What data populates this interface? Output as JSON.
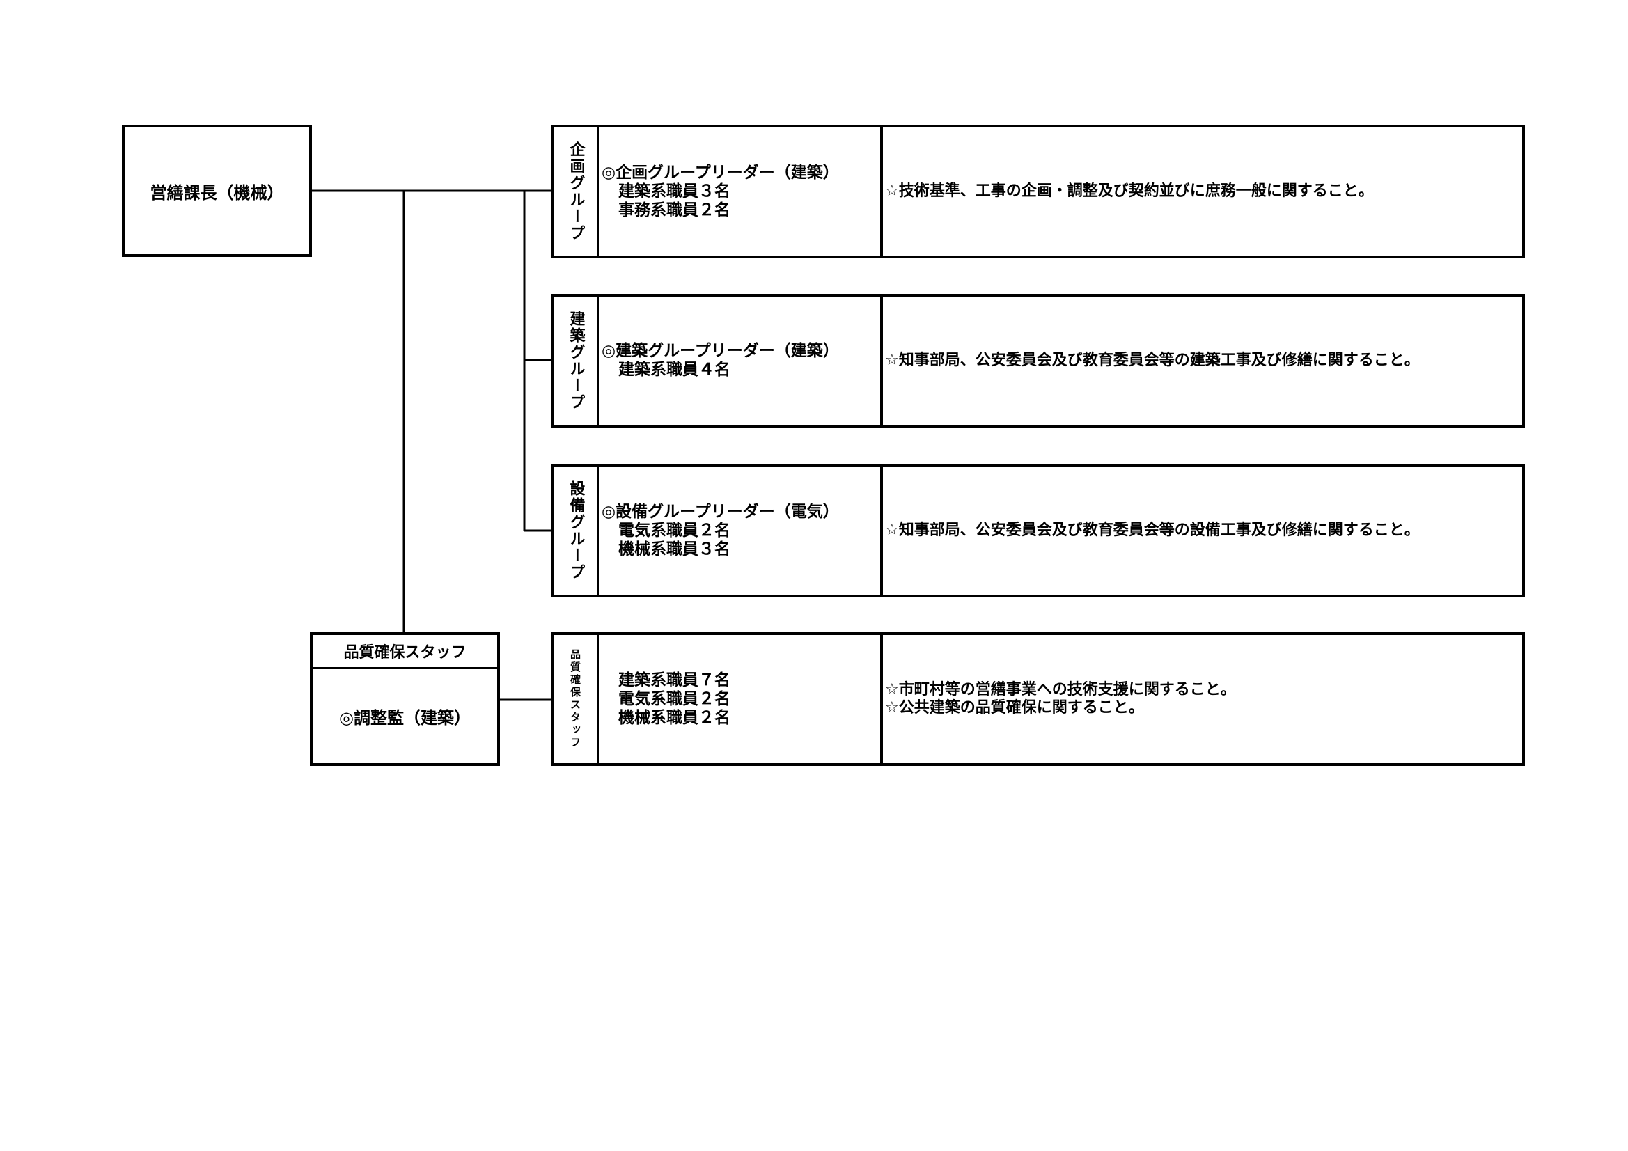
{
  "chief": {
    "label": "営繕課長（機械）"
  },
  "staff_unit": {
    "title": "品質確保スタッフ",
    "head": "◎調整監（建築）"
  },
  "groups": [
    {
      "label": "企画グループ",
      "leader": "◎企画グループリーダー（建築）",
      "members": [
        "建築系職員３名",
        "事務系職員２名"
      ],
      "duties": [
        "☆技術基準、工事の企画・調整及び契約並びに庶務一般に関すること。"
      ]
    },
    {
      "label": "建築グループ",
      "leader": "◎建築グループリーダー（建築）",
      "members": [
        "建築系職員４名"
      ],
      "duties": [
        "☆知事部局、公安委員会及び教育委員会等の建築工事及び修繕に関すること。"
      ]
    },
    {
      "label": "設備グループ",
      "leader": "◎設備グループリーダー（電気）",
      "members": [
        "電気系職員２名",
        "機械系職員３名"
      ],
      "duties": [
        "☆知事部局、公安委員会及び教育委員会等の設備工事及び修繕に関すること。"
      ]
    },
    {
      "label": "品質確保スタッフ",
      "leader": "",
      "members": [
        "建築系職員７名",
        "電気系職員２名",
        "機械系職員２名"
      ],
      "duties": [
        "☆市町村等の営繕事業への技術支援に関すること。",
        "☆公共建築の品質確保に関すること。"
      ]
    }
  ]
}
